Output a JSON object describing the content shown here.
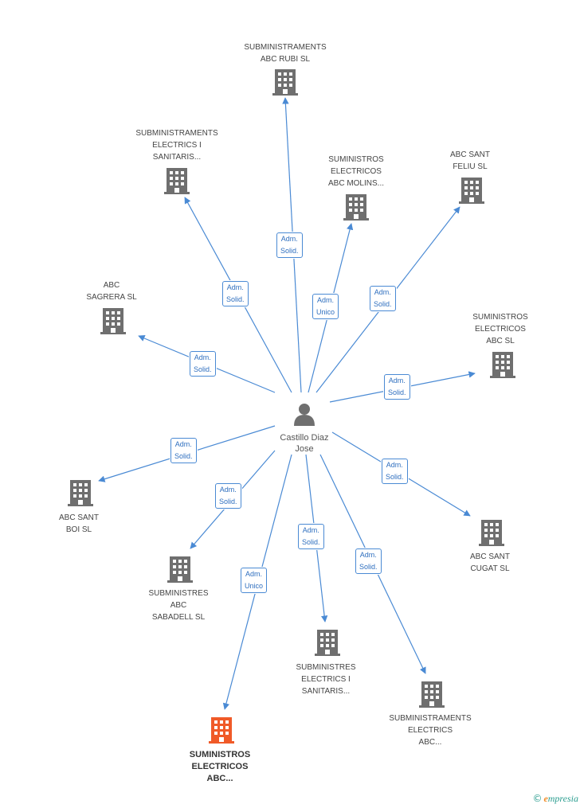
{
  "center": {
    "label": "Castillo Diaz\nJose",
    "icon": "person-icon"
  },
  "colors": {
    "edge": "#4a8ad4",
    "building": "#6f6f6f",
    "highlight": "#f05a28"
  },
  "nodes": [
    {
      "id": "n1",
      "label": "SUBMINISTRAMENTS\nABC RUBI SL",
      "role": "Adm.\nSolid.",
      "highlight": false
    },
    {
      "id": "n2",
      "label": "SUBMINISTRAMENTS\nELECTRICS I\nSANITARIS...",
      "role": "Adm.\nSolid.",
      "highlight": false
    },
    {
      "id": "n3",
      "label": "SUMINISTROS\nELECTRICOS\nABC MOLINS...",
      "role": "Adm.\nUnico",
      "highlight": false
    },
    {
      "id": "n4",
      "label": "ABC SANT\nFELIU SL",
      "role": "Adm.\nSolid.",
      "highlight": false
    },
    {
      "id": "n5",
      "label": "ABC\nSAGRERA SL",
      "role": "Adm.\nSolid.",
      "highlight": false
    },
    {
      "id": "n6",
      "label": "SUMINISTROS\nELECTRICOS\nABC  SL",
      "role": "Adm.\nSolid.",
      "highlight": false
    },
    {
      "id": "n7",
      "label": "ABC SANT\nBOI  SL",
      "role": "Adm.\nSolid.",
      "highlight": false
    },
    {
      "id": "n8",
      "label": "ABC SANT\nCUGAT SL",
      "role": "Adm.\nSolid.",
      "highlight": false
    },
    {
      "id": "n9",
      "label": "SUBMINISTRES\nABC\nSABADELL SL",
      "role": "Adm.\nSolid.",
      "highlight": false
    },
    {
      "id": "n10",
      "label": "SUBMINISTRES\nELECTRICS I\nSANITARIS...",
      "role": "Adm.\nSolid.",
      "highlight": false
    },
    {
      "id": "n11",
      "label": "SUBMINISTRAMENTS\nELECTRICS\nABC...",
      "role": "Adm.\nSolid.",
      "highlight": false
    },
    {
      "id": "n12",
      "label": "SUMINISTROS\nELECTRICOS\nABC...",
      "role": "Adm.\nUnico",
      "highlight": true
    }
  ],
  "footer": {
    "copyright": "©",
    "brand_e": "e",
    "brand_rest": "mpresia"
  }
}
